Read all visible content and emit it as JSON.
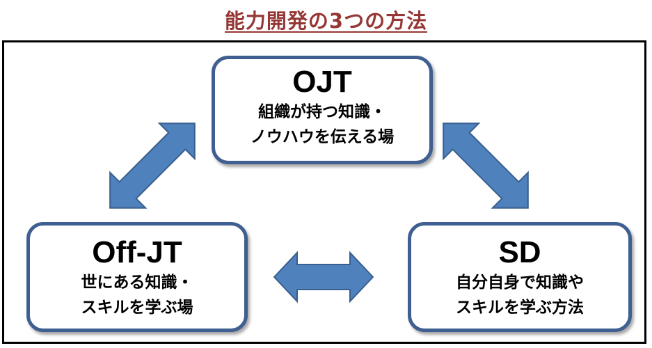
{
  "title": "能力開発の3つの方法",
  "colors": {
    "title": "#953735",
    "box_border": "#3e5f90",
    "arrow_fill": "#4f81bd",
    "arrow_stroke": "#3a5f8f",
    "frame": "#000000"
  },
  "nodes": {
    "ojt": {
      "heading": "OJT",
      "line1": "組織が持つ知識・",
      "line2": "ノウハウを伝える場"
    },
    "offjt": {
      "heading": "Off-JT",
      "line1": "世にある知識・",
      "line2": "スキルを学ぶ場"
    },
    "sd": {
      "heading": "SD",
      "line1": "自分自身で知識や",
      "line2": "スキルを学ぶ方法"
    }
  },
  "connectors": [
    {
      "from": "ojt",
      "to": "offjt",
      "type": "double-arrow"
    },
    {
      "from": "ojt",
      "to": "sd",
      "type": "double-arrow"
    },
    {
      "from": "offjt",
      "to": "sd",
      "type": "double-arrow"
    }
  ]
}
